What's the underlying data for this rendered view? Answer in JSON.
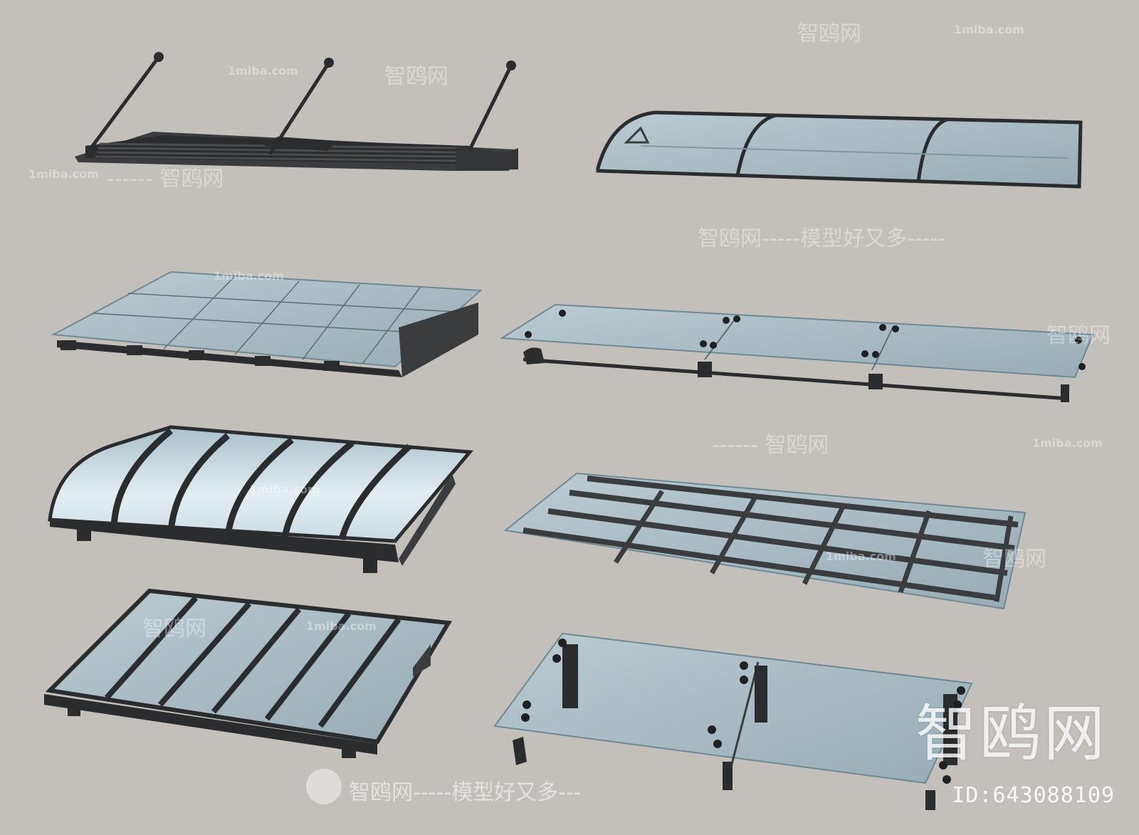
{
  "watermark": {
    "site": "1miba.com",
    "brand": "智鸥网",
    "slogan_line": "智鸥网-----模型好又多---",
    "slogan_mid": "智鸥网-----模型好又多-----",
    "dash_brand": "------ 智鸥网",
    "brand_dash": "智鸥网------",
    "big_brand": "智鸥网",
    "id_label": "ID:643088109"
  },
  "colors": {
    "background": "#c3bfbb",
    "frame": "#2a2c2e",
    "glass": "#9fb9c2",
    "glass_light": "#cfe0e8"
  }
}
